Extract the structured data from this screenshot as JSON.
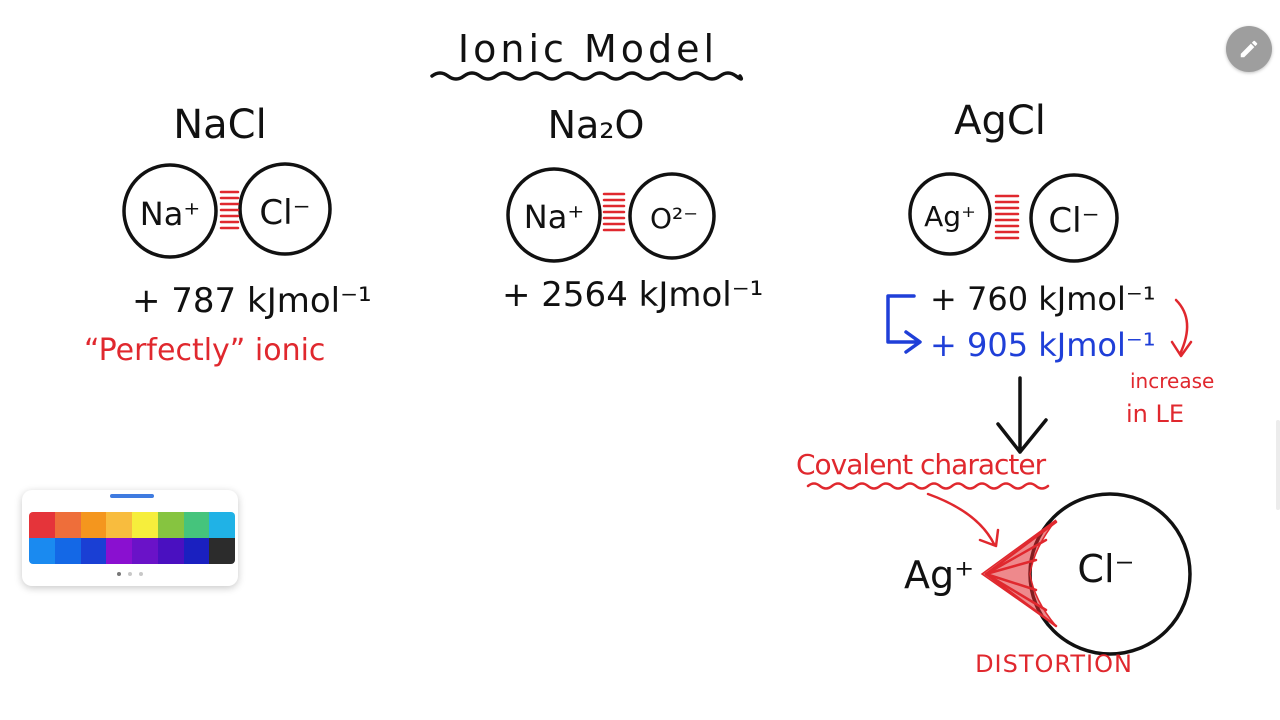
{
  "title": "Ionic Model",
  "compounds": {
    "nacl": {
      "formula": "NaCl",
      "cation": "Na⁺",
      "anion": "Cl⁻",
      "energy": "+ 787 kJmol⁻¹",
      "note": "“Perfectly” ionic"
    },
    "na2o": {
      "formula": "Na₂O",
      "cation": "Na⁺",
      "anion": "O²⁻",
      "energy": "+ 2564 kJmol⁻¹"
    },
    "agcl": {
      "formula": "AgCl",
      "cation": "Ag⁺",
      "anion": "Cl⁻",
      "energy_theoretical": "+ 760 kJmol⁻¹",
      "energy_experimental": "+ 905 kJmol⁻¹",
      "increase_note_line1": "increase",
      "increase_note_line2": "in LE",
      "covalent_label": "Covalent character",
      "distortion_label": "DISTORTION",
      "big_cation": "Ag⁺",
      "big_anion": "Cl⁻"
    }
  },
  "colors": {
    "ink": "#111111",
    "red": "#e0282e",
    "blue": "#1f3fd8"
  },
  "toolbar": {
    "pen_icon": "pencil-icon"
  },
  "palette": {
    "colors": [
      "#e5343a",
      "#ee6e3a",
      "#f4961e",
      "#f8bc3e",
      "#f6ee3c",
      "#86c440",
      "#45c47c",
      "#20b2e6",
      "#1a8af0",
      "#1468e6",
      "#1a3fd4",
      "#8a10d0",
      "#6a12c8",
      "#4a10c0",
      "#1a20c0",
      "#2c2c2c"
    ]
  }
}
